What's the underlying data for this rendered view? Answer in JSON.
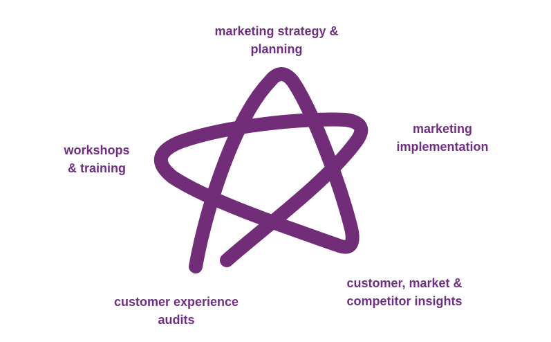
{
  "colors": {
    "star": "#722d78",
    "text": "#6f2e83"
  },
  "labels": {
    "top": [
      "marketing strategy &",
      "planning"
    ],
    "right": [
      "marketing",
      "implementation"
    ],
    "left": [
      "workshops",
      "& training"
    ],
    "bottom_right": [
      "customer, market &",
      "competitor insights"
    ],
    "bottom_left": [
      "customer experience",
      "audits"
    ]
  }
}
